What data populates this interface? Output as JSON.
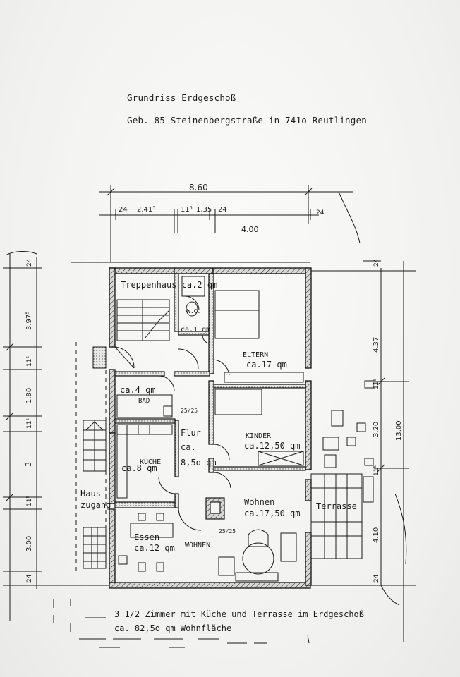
{
  "header": {
    "title": "Grundriss Erdgeschoß",
    "address": "Geb. 85 Steinenbergstraße in 741o Reutlingen"
  },
  "dimensions": {
    "total_width": "8.60",
    "seg_24a": "24",
    "seg_241": "2.41⁵",
    "seg_11a": "11⁵",
    "seg_135": "1.35",
    "seg_24b": "24",
    "seg_400": "4.00",
    "seg_24c": "24",
    "left_24": "24",
    "left_397": "3.97⁵",
    "left_115a": "11⁵",
    "left_180": "1.80",
    "left_115b": "11⁵",
    "left_3": "3",
    "left_115c": "11⁵",
    "left_300": "3.00",
    "left_24b": "24",
    "right_24": "24",
    "right_437": "4.37",
    "right_115": "11⁵",
    "right_320": "3.20",
    "right_1300": "13.00",
    "right_410": "4.10",
    "right_24b": "24",
    "right_115b": "11⁵"
  },
  "rooms": {
    "treppenhaus": "Treppenhaus ca.2 qm",
    "wc_label": "W.C.",
    "wc_area": "ca.1 qm",
    "eltern_name": "ELTERN",
    "eltern_area": "ca.17 qm",
    "bad_area": "ca.4 qm",
    "bad_name": "BAD",
    "bad_dim": "25/25",
    "kinder_name": "KINDER",
    "kinder_area": "ca.12,50 qm",
    "flur_name": "Flur",
    "flur_ca": "ca.",
    "flur_area": "8,5o qm",
    "kueche_name": "KÜCHE",
    "kueche_area": "ca.8 qm",
    "haus_line1": "Haus",
    "haus_line2": "zugang",
    "wohnen_name": "Wohnen",
    "wohnen_area": "ca.17,50 qm",
    "terrasse": "Terrasse",
    "ofen_dim": "25/25",
    "essen_name": "Essen",
    "essen_area": "ca.12 qm",
    "wohnen_caps": "WOHNEN"
  },
  "footer": {
    "line1": "3 1/2 Zimmer mit Küche  und Terrasse im Erdgeschoß",
    "line2": "ca. 82,5o qm Wohnfläche"
  }
}
